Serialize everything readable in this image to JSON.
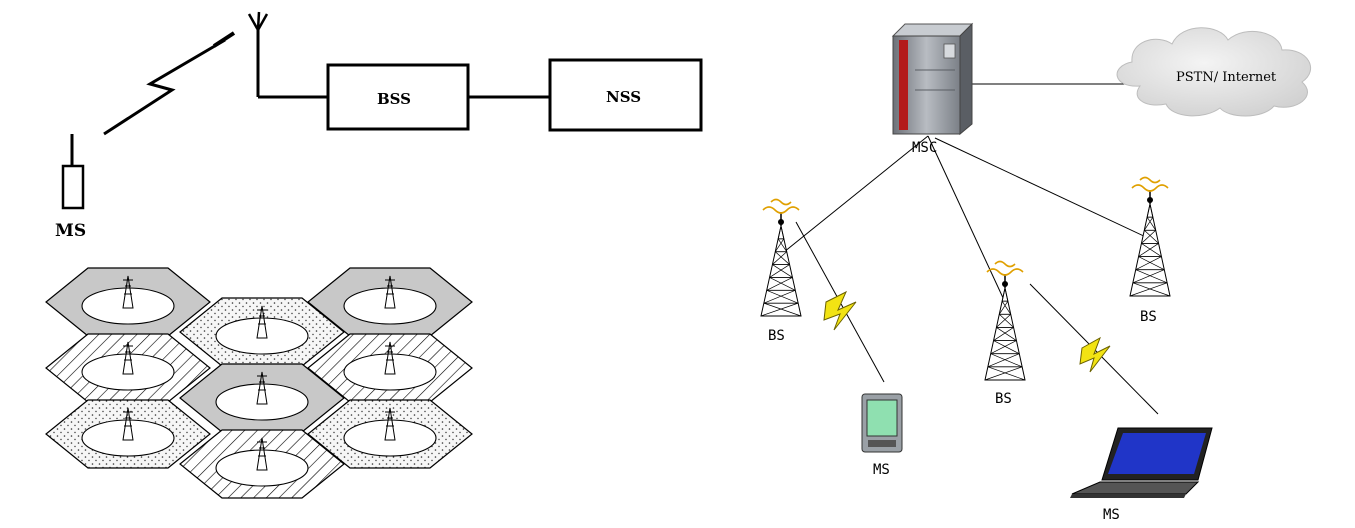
{
  "colors": {
    "stroke": "#000000",
    "cell_dark": "#c8c8c8",
    "cell_light": "#f3f3f3",
    "msc_body": "#8a8f96",
    "msc_accent": "#b31b1b",
    "lightning": "#f2e313",
    "pda_screen": "#8fe0b0",
    "laptop_screen": "#2035c8",
    "cloud": "#e4e4e4"
  },
  "top_left": {
    "ms_label": "MS",
    "bss_label": "BSS",
    "nss_label": "NSS"
  },
  "right": {
    "cloud_label": "PSTN/ Internet",
    "msc_label": "MSC",
    "towers": [
      {
        "id": "left",
        "label": "BS"
      },
      {
        "id": "middle",
        "label": "BS"
      },
      {
        "id": "right",
        "label": "BS"
      }
    ],
    "mobiles": [
      {
        "device": "pda",
        "label": "MS"
      },
      {
        "device": "laptop",
        "label": "MS"
      }
    ]
  },
  "cell_grid": {
    "icon": "cell-tower-icon",
    "cells": [
      {
        "fill": "dark"
      },
      {
        "fill": "dotted"
      },
      {
        "fill": "dark"
      },
      {
        "fill": "hatched"
      },
      {
        "fill": "hatched"
      },
      {
        "fill": "dark"
      },
      {
        "fill": "dotted"
      },
      {
        "fill": "dotted"
      },
      {
        "fill": "hatched"
      }
    ]
  }
}
